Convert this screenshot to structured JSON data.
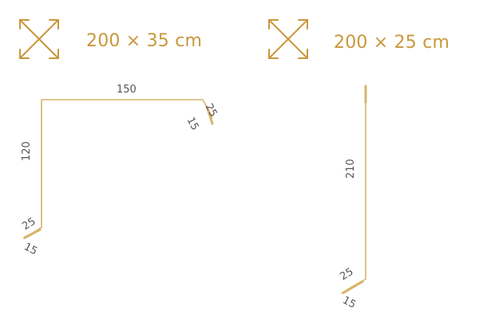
{
  "colors": {
    "accent": "#c9973c",
    "line": "#d9b46b",
    "text": "#555555",
    "background": "#ffffff"
  },
  "icons": [
    "expand-arrows-icon",
    "expand-arrows-icon"
  ],
  "profiles": [
    {
      "size": "200 × 35 cm",
      "dims": {
        "top": "150",
        "left": "120",
        "right_fold_a": "25",
        "right_fold_b": "15",
        "bottom_fold_a": "25",
        "bottom_fold_b": "15"
      }
    },
    {
      "size": "200 × 25 cm",
      "dims": {
        "height": "210",
        "bottom_fold_a": "25",
        "bottom_fold_b": "15"
      }
    }
  ]
}
